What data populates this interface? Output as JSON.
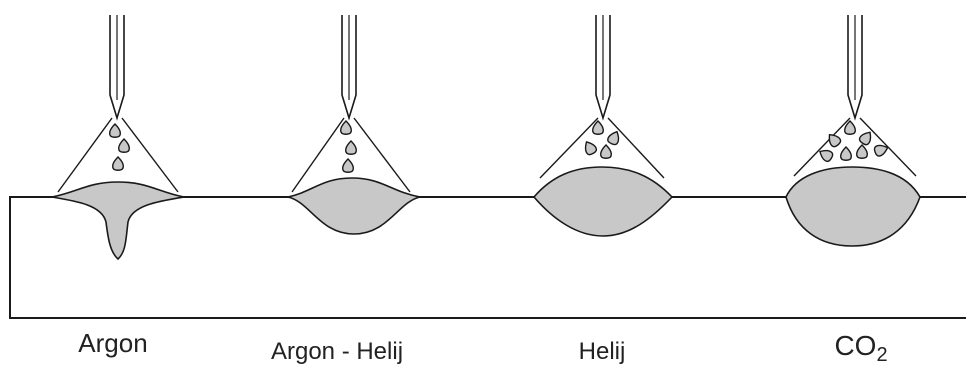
{
  "labels": {
    "argon": "Argon",
    "argon_helium": "Argon - Helij",
    "helium": "Helij",
    "co2_main": "CO",
    "co2_sub": "2"
  },
  "colors": {
    "line": "#1a1a1a",
    "fill": "#c8c8c8",
    "text": "#222222"
  }
}
